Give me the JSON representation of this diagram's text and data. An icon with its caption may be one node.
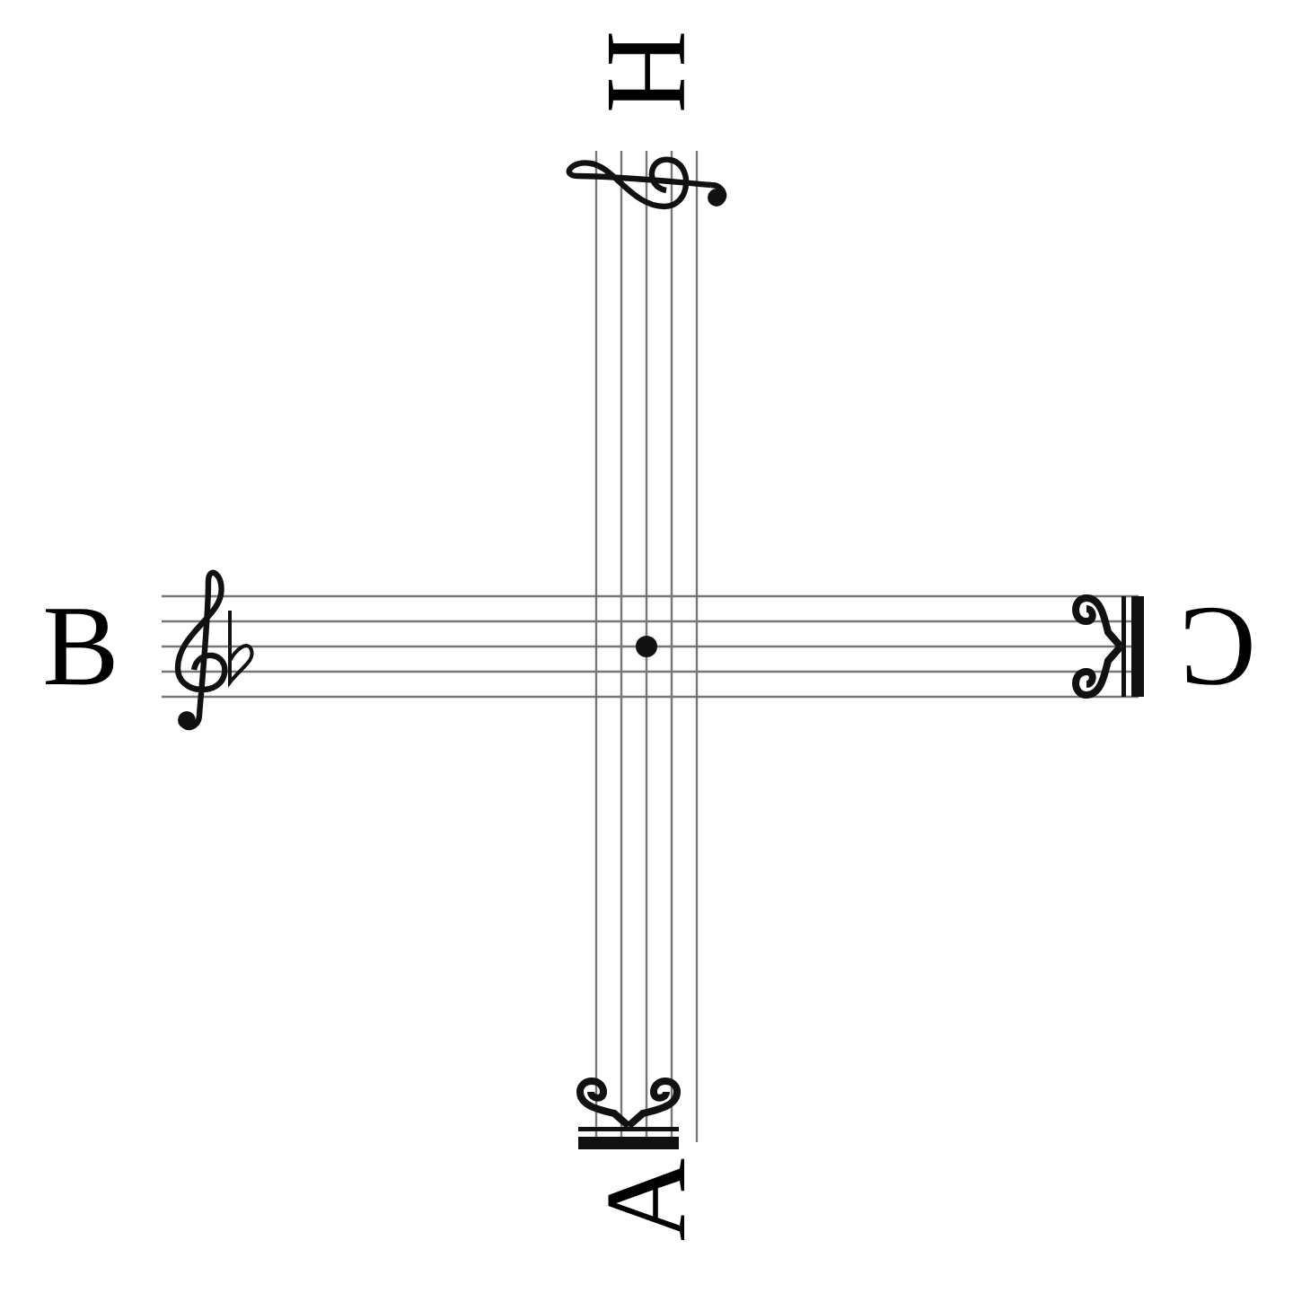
{
  "diagram": {
    "labels": [
      "H",
      "B",
      "C",
      "A"
    ]
  }
}
